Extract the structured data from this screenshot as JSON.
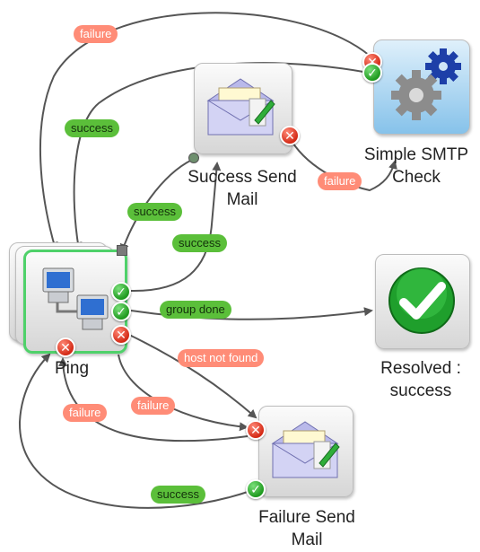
{
  "nodes": {
    "ping": {
      "label": "Ping"
    },
    "success_send_mail": {
      "label": "Success Send\nMail"
    },
    "simple_smtp_check": {
      "label": "Simple SMTP\nCheck"
    },
    "resolved": {
      "label": "Resolved :\nsuccess"
    },
    "failure_send_mail": {
      "label": "Failure Send\nMail"
    }
  },
  "edges": {
    "smtp_failure_to_ping": {
      "label": "failure"
    },
    "smtp_success_to_ping": {
      "label": "success"
    },
    "ping_success_to_success_mail": {
      "label": "success"
    },
    "success_mail_to_ping": {
      "label": "success"
    },
    "success_mail_failure_to_smtp": {
      "label": "failure"
    },
    "ping_group_done_to_resolved": {
      "label": "group done"
    },
    "ping_host_not_found_to_failure_mail": {
      "label": "host not found"
    },
    "ping_failure_to_failure_mail": {
      "label": "failure"
    },
    "failure_mail_failure_to_ping": {
      "label": "failure"
    },
    "failure_mail_success_to_ping": {
      "label": "success"
    }
  },
  "colors": {
    "edge": "#555555",
    "success_pill": "#5bbf3a",
    "failure_pill": "#ff8c77",
    "selection": "#4fd16a"
  }
}
